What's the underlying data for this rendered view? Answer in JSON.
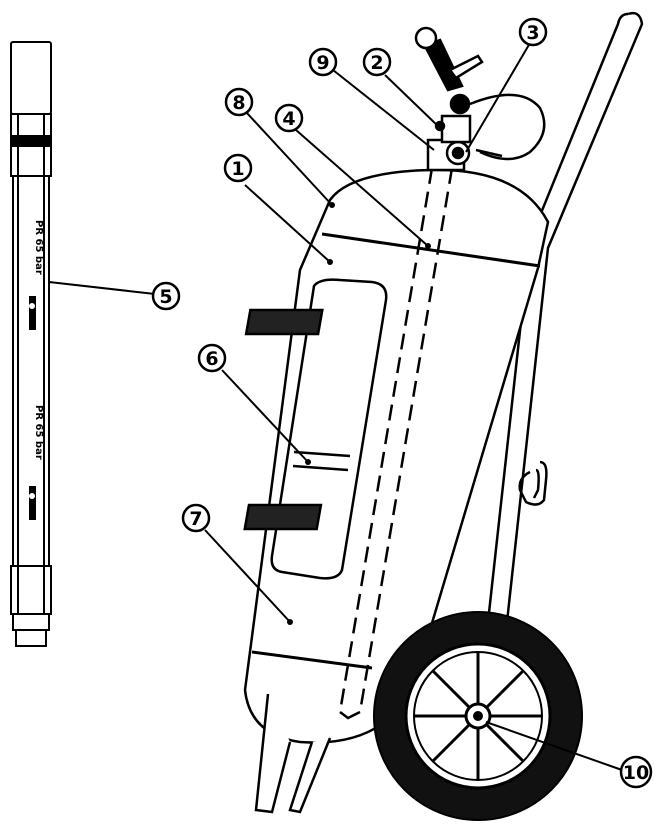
{
  "callouts": [
    {
      "number": "1",
      "target": "cylinder-body"
    },
    {
      "number": "2",
      "target": "pressure-gauge"
    },
    {
      "number": "3",
      "target": "valve-head"
    },
    {
      "number": "4",
      "target": "siphon-tube"
    },
    {
      "number": "5",
      "target": "discharge-hose"
    },
    {
      "number": "6",
      "target": "label-area"
    },
    {
      "number": "7",
      "target": "cylinder-lower-body"
    },
    {
      "number": "8",
      "target": "cylinder-top"
    },
    {
      "number": "9",
      "target": "safety-pin"
    },
    {
      "number": "10",
      "target": "wheel-hub"
    }
  ],
  "hose_print": {
    "brand": "",
    "rating_upper": "PR 65 bar",
    "rating_lower": "PR 65 bar"
  },
  "colors": {
    "line": "#000000",
    "background": "#ffffff",
    "tire": "#111111",
    "band": "#222222"
  }
}
